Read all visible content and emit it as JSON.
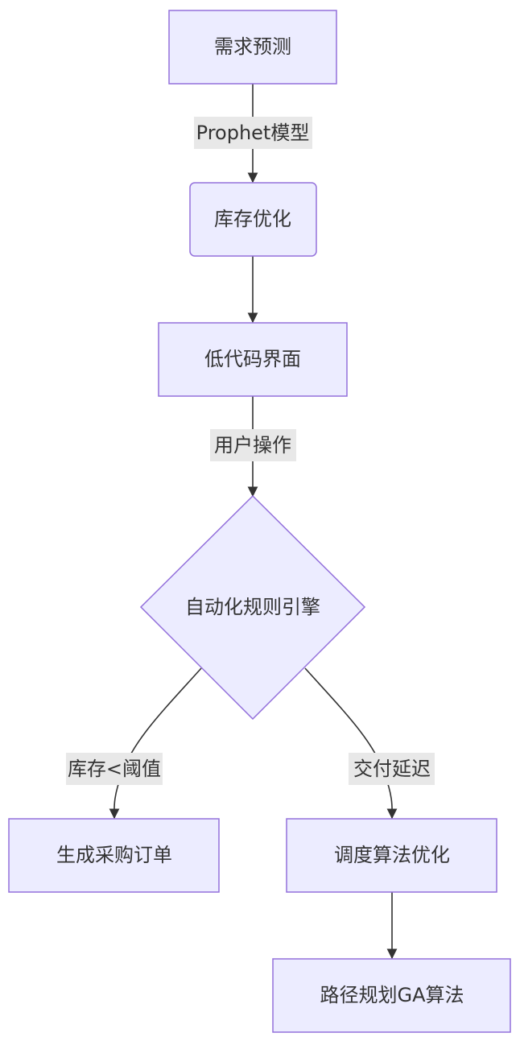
{
  "colors": {
    "node_fill": "#ECECFF",
    "node_stroke": "#9370DB",
    "edge": "#333333",
    "edge_label_bg": "#E8E8E8",
    "text": "#333333"
  },
  "nodes": {
    "demand_forecast": "需求预测",
    "inventory_opt": "库存优化",
    "lowcode_ui": "低代码界面",
    "rules_engine": "自动化规则引擎",
    "purchase_order": "生成采购订单",
    "scheduling_opt": "调度算法优化",
    "route_planning": "路径规划GA算法"
  },
  "edges": {
    "forecast_to_inventory": "Prophet模型",
    "inventory_to_ui": "",
    "ui_to_engine": "用户操作",
    "engine_to_purchase": "库存<阈值",
    "engine_to_scheduling": "交付延迟",
    "scheduling_to_route": ""
  }
}
